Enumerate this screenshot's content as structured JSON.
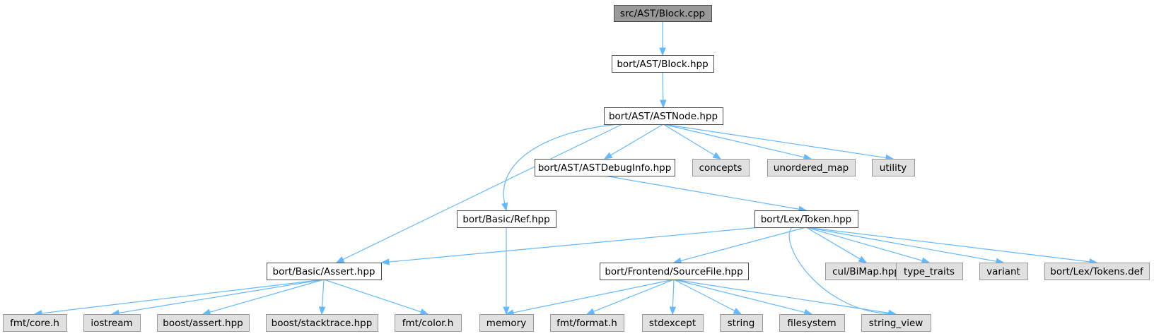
{
  "graph": {
    "colors": {
      "edge": "#63b8ff",
      "root_fill": "#999999",
      "project_fill": "#ffffff",
      "external_fill": "#e0e0e0",
      "border_dark": "#505050",
      "border_light": "#999999"
    },
    "nodes": [
      {
        "id": "n_block_cpp",
        "label": "src/AST/Block.cpp",
        "kind": "root"
      },
      {
        "id": "n_block_hpp",
        "label": "bort/AST/Block.hpp",
        "kind": "main"
      },
      {
        "id": "n_astnode",
        "label": "bort/AST/ASTNode.hpp",
        "kind": "main"
      },
      {
        "id": "n_astdebug",
        "label": "bort/AST/ASTDebugInfo.hpp",
        "kind": "main"
      },
      {
        "id": "n_concepts",
        "label": "concepts",
        "kind": "ext"
      },
      {
        "id": "n_unordered",
        "label": "unordered_map",
        "kind": "ext"
      },
      {
        "id": "n_utility",
        "label": "utility",
        "kind": "ext"
      },
      {
        "id": "n_ref",
        "label": "bort/Basic/Ref.hpp",
        "kind": "main"
      },
      {
        "id": "n_token",
        "label": "bort/Lex/Token.hpp",
        "kind": "main"
      },
      {
        "id": "n_assert",
        "label": "bort/Basic/Assert.hpp",
        "kind": "main"
      },
      {
        "id": "n_sourcefile",
        "label": "bort/Frontend/SourceFile.hpp",
        "kind": "main"
      },
      {
        "id": "n_bimap",
        "label": "cul/BiMap.hpp",
        "kind": "ext"
      },
      {
        "id": "n_typetraits",
        "label": "type_traits",
        "kind": "ext"
      },
      {
        "id": "n_variant",
        "label": "variant",
        "kind": "ext"
      },
      {
        "id": "n_tokensdef",
        "label": "bort/Lex/Tokens.def",
        "kind": "ext"
      },
      {
        "id": "n_fmtcore",
        "label": "fmt/core.h",
        "kind": "ext"
      },
      {
        "id": "n_iostream",
        "label": "iostream",
        "kind": "ext"
      },
      {
        "id": "n_boostassert",
        "label": "boost/assert.hpp",
        "kind": "ext"
      },
      {
        "id": "n_stacktrace",
        "label": "boost/stacktrace.hpp",
        "kind": "ext"
      },
      {
        "id": "n_fmtcolor",
        "label": "fmt/color.h",
        "kind": "ext"
      },
      {
        "id": "n_memory",
        "label": "memory",
        "kind": "ext"
      },
      {
        "id": "n_fmtformat",
        "label": "fmt/format.h",
        "kind": "ext"
      },
      {
        "id": "n_stdexcept",
        "label": "stdexcept",
        "kind": "ext"
      },
      {
        "id": "n_string",
        "label": "string",
        "kind": "ext"
      },
      {
        "id": "n_filesystem",
        "label": "filesystem",
        "kind": "ext"
      },
      {
        "id": "n_stringview",
        "label": "string_view",
        "kind": "ext"
      }
    ],
    "edges": [
      {
        "from": "n_block_cpp",
        "to": "n_block_hpp"
      },
      {
        "from": "n_block_hpp",
        "to": "n_astnode"
      },
      {
        "from": "n_astnode",
        "to": "n_assert"
      },
      {
        "from": "n_astnode",
        "to": "n_ref"
      },
      {
        "from": "n_astnode",
        "to": "n_astdebug"
      },
      {
        "from": "n_astnode",
        "to": "n_concepts"
      },
      {
        "from": "n_astnode",
        "to": "n_unordered"
      },
      {
        "from": "n_astnode",
        "to": "n_utility"
      },
      {
        "from": "n_astdebug",
        "to": "n_token"
      },
      {
        "from": "n_ref",
        "to": "n_memory"
      },
      {
        "from": "n_token",
        "to": "n_assert"
      },
      {
        "from": "n_token",
        "to": "n_sourcefile"
      },
      {
        "from": "n_token",
        "to": "n_stringview"
      },
      {
        "from": "n_token",
        "to": "n_bimap"
      },
      {
        "from": "n_token",
        "to": "n_typetraits"
      },
      {
        "from": "n_token",
        "to": "n_variant"
      },
      {
        "from": "n_token",
        "to": "n_tokensdef"
      },
      {
        "from": "n_assert",
        "to": "n_fmtcore"
      },
      {
        "from": "n_assert",
        "to": "n_iostream"
      },
      {
        "from": "n_assert",
        "to": "n_boostassert"
      },
      {
        "from": "n_assert",
        "to": "n_stacktrace"
      },
      {
        "from": "n_assert",
        "to": "n_fmtcolor"
      },
      {
        "from": "n_sourcefile",
        "to": "n_memory"
      },
      {
        "from": "n_sourcefile",
        "to": "n_fmtformat"
      },
      {
        "from": "n_sourcefile",
        "to": "n_stdexcept"
      },
      {
        "from": "n_sourcefile",
        "to": "n_string"
      },
      {
        "from": "n_sourcefile",
        "to": "n_filesystem"
      },
      {
        "from": "n_sourcefile",
        "to": "n_stringview"
      }
    ]
  }
}
